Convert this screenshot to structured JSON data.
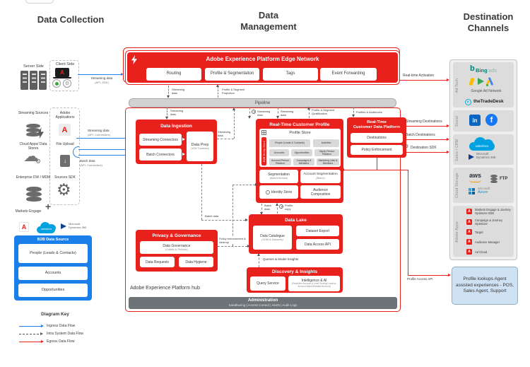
{
  "headers": {
    "data_collection": "Data Collection",
    "data_management": "Data Management",
    "destination_channels": "Destination Channels"
  },
  "collection": {
    "server_side": "Server Side",
    "client_side": "Client Side",
    "stream_sdk": {
      "l1": "Streaming data",
      "l2": "(API, SDK)"
    },
    "streaming_sources": "Streaming Sources",
    "adobe_applications": "Adobe Applications",
    "cloud_apps": "Cloud Apps/ Data Stores",
    "file_upload": "File Upload",
    "enterprise": "Enterprise DW / MDM",
    "sources_sdk": "Sources SDK",
    "stream_conn": {
      "l1": "Streaming data",
      "l2": "(API, Connectors)"
    },
    "batch_conn": {
      "l1": "Batch data",
      "l2": "(API, Connectors)"
    },
    "marketo": "Marketo Engage",
    "plus": "+",
    "salesforce": "salesforce",
    "microsoft": "Microsoft",
    "dynamics": "Dynamics 365",
    "adobe_a": "A",
    "b2b": {
      "title": "B2B Data Source",
      "items": [
        "People (Leads & Contacts)",
        "Accounts",
        "Opportunities"
      ]
    }
  },
  "edge": {
    "title": "Adobe Experience Platform Edge Network",
    "boxes": [
      "Routing",
      "Profile & Segmentaiton",
      "Tags",
      "Event Forwarding"
    ]
  },
  "pipeline": "Pipeline",
  "flows": {
    "edge_down": "Streaming data",
    "projection": "Profile & Segment Projection",
    "pipe_down": "Streaming data",
    "ingest_up": "Streaming data",
    "stream_clock": "Streaming data",
    "stream_down": "Streaming data",
    "qualification": "Profile & Segment Qualification",
    "profiles_audiences": "Profiles & Audiences",
    "batch_lake": "Batch data",
    "profile_copy": "Profile copy",
    "ingest_batch": "Batch data",
    "queries": "Queries & Model Insights",
    "policy": "Policy enforcement & cleanup"
  },
  "hub": {
    "label": "Adobe Experience Platform hub",
    "ingestion": {
      "title": "Data Ingestion",
      "streaming": "Streaming Connectors",
      "batch": "Batch Connectors",
      "prep": "Data Prep",
      "prep_sub": "(XDM Translator)"
    },
    "profile": {
      "title": "Real-Time Customer Profile",
      "store": "Profile Store",
      "strip": "B2B Entity Store",
      "chips": [
        "People (Leads & Contacts)",
        "Activities",
        "Accounts",
        "Opportunities",
        "Oppty-Person Relation",
        "Account-Person Relation",
        "Campaigns & Members",
        "Marketing Lists & Members"
      ],
      "segmentation": "Segmentation",
      "segmentation_sub": "(Batch/Stream)",
      "account_seg": "Account Segmentation",
      "account_seg_sub": "(Batch)",
      "identity": "Identity Store",
      "audience": "Audience Composition"
    },
    "rtcdp": {
      "title1": "Real-Time",
      "title2": "Customer Data Platform",
      "destinations": "Destinations",
      "policy": "Policy Enforcement"
    },
    "privacy": {
      "title": "Privacy & Governance",
      "governance": "Data Governance",
      "governance_sub": "(Labels & Policies)",
      "requests": "Data Requests",
      "hygiene": "Data Hygiene"
    },
    "lake": {
      "title": "Data Lake",
      "catalogue": "Data Catalogue",
      "catalogue_sub": "(XDM & Datasets)",
      "export": "Dataset Export",
      "access": "Data Access API"
    },
    "discovery": {
      "title": "Discovery & Insights",
      "query": "Query Service",
      "ai": "Intelligence & AI",
      "ai_sub": "(Predictive Account & Lead Scoring/ Lead-to-Account Match/Related Account)"
    },
    "admin": {
      "title": "Administration",
      "items": "Sandboxing | Access Control | Alerts | Audit Logs"
    }
  },
  "egress": {
    "realtime": "Real-time Activation",
    "streaming": "Streaming Destinations",
    "batch": "Batch Destinations",
    "sdk": "Destination SDK",
    "profile_api": "Profile Access API"
  },
  "destinations": {
    "ad_tech": {
      "label": "Ad Tech",
      "bing_b": "b",
      "bing": "Bing",
      "ads": "ads",
      "google": "Google Ad Network",
      "tradedesk": "theTradeDesk"
    },
    "social": {
      "label": "Social",
      "linkedin": "in",
      "facebook": "f"
    },
    "sales": {
      "label": "Sales / CRM",
      "salesforce": "salesforce",
      "ms": "Microsoft",
      "dynamics": "Dynamics 365"
    },
    "cloud": {
      "label": "Cloud Storage",
      "aws": "aws",
      "ftp": "FTP",
      "ms": "Microsoft",
      "azure": "Azure"
    },
    "adobe": {
      "label": "Adobe Apps",
      "items": [
        "Marketo Engage & Journey Optimizer B2B",
        "Campaign & Journey Optimizer",
        "Target",
        "Audience Manager",
        "Ad Cloud"
      ]
    }
  },
  "profile_lookups": "Profile lookups Agent assisted experiences - POS, Sales Agent, Support",
  "key": {
    "title": "Diagram Key",
    "items": [
      "Ingress Data Flow",
      "Intra System Data Flow",
      "Egress Data Flow"
    ]
  },
  "colors": {
    "adobe_red": "#e8211d",
    "ingress_blue": "#2680eb",
    "b2b_blue": "#1a7fe8",
    "egress_red": "#e8211d",
    "info_blue": "#cfe2f3",
    "panel_gray": "#dcdcdc",
    "admin_gray": "#6e7377"
  }
}
